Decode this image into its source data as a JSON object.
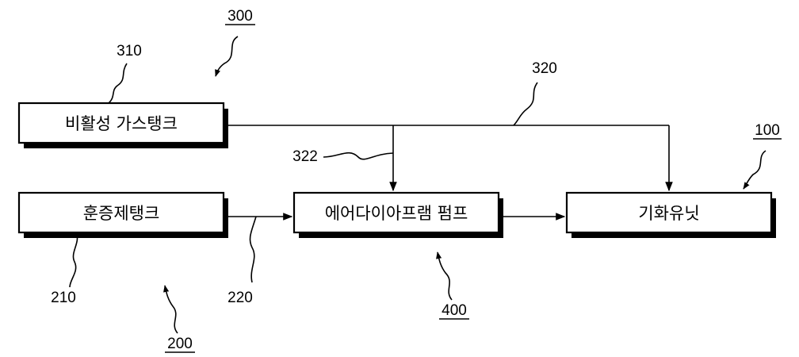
{
  "boxes": {
    "inert_gas_tank": {
      "label": "비활성 가스탱크",
      "ref": "310"
    },
    "fumigant_tank": {
      "label": "훈증제탱크",
      "ref": "210"
    },
    "diaphragm_pump": {
      "label": "에어다이아프램 펌프",
      "ref": "400"
    },
    "vaporizer_unit": {
      "label": "기화유닛",
      "ref": "100"
    }
  },
  "lines": {
    "main_gas_line": {
      "ref": "320"
    },
    "branch_line": {
      "ref": "322"
    },
    "fumigant_line": {
      "ref": "220"
    }
  },
  "systems": {
    "inert_gas_system": {
      "ref": "300"
    },
    "fumigant_system": {
      "ref": "200"
    }
  }
}
